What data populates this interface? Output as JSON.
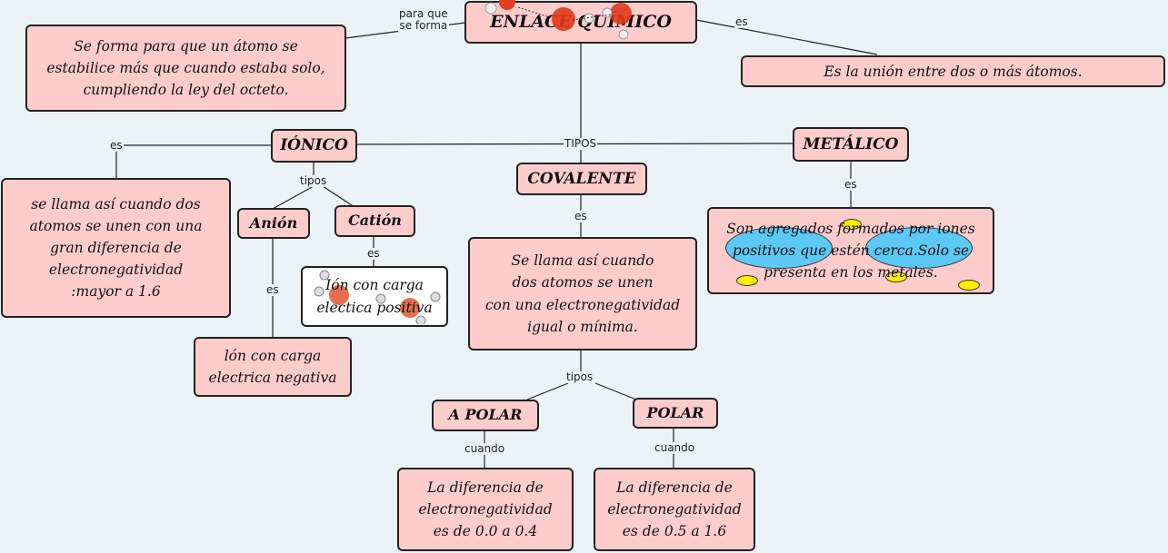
{
  "colors": {
    "node_fill": "#ffcccc",
    "border": "#222222",
    "background": "#ecf3f6",
    "bubble": "#5bc8f5",
    "oval": "#ffee00"
  },
  "icons": [
    "atom-molecule-icon",
    "molecule-icon",
    "oval-icon"
  ],
  "nodes": {
    "main": "ENLACE QUÍMICO",
    "purpose": "Se forma para que un átomo se\nestabilice más que cuando estaba solo,\ncumpliendo la ley del octeto.",
    "definition": "Es la unión entre dos o más átomos.",
    "ionico": "IÓNICO",
    "covalente": "COVALENTE",
    "metalico": "METÁLICO",
    "ionico_desc": "se llama así cuando dos\natomos se unen con una\ngran diferencia de\nelectronegatividad\n:mayor a 1.6",
    "anion": "Anión",
    "cation": "Catión",
    "cation_desc": "Ión con carga\nelectica positiva",
    "anion_desc": "lón con carga\nelectrica negativa",
    "covalente_desc": "Se llama así cuando\ndos atomos se unen\ncon una electronegatividad\nigual o mínima.",
    "metalico_desc": "Son agregados formados por iones\npositivos que estén cerca.Solo se\npresenta en los metales.",
    "apolar": "A POLAR",
    "polar": "POLAR",
    "apolar_desc": "La diferencia de\nelectronegatividad\nes de 0.0 a 0.4",
    "polar_desc": "La diferencia de\nelectronegatividad\nes de 0.5 a 1.6"
  },
  "labels": {
    "para_que": "para que\nse forma",
    "es_def": "es",
    "tipos_main": "TIPOS",
    "es_ionico": "es",
    "tipos_ionico": "tipos",
    "es_cation": "es",
    "es_anion": "es",
    "es_covalente": "es",
    "es_metalico": "es",
    "tipos_covalente": "tipos",
    "cuando_apolar": "cuando",
    "cuando_polar": "cuando"
  }
}
